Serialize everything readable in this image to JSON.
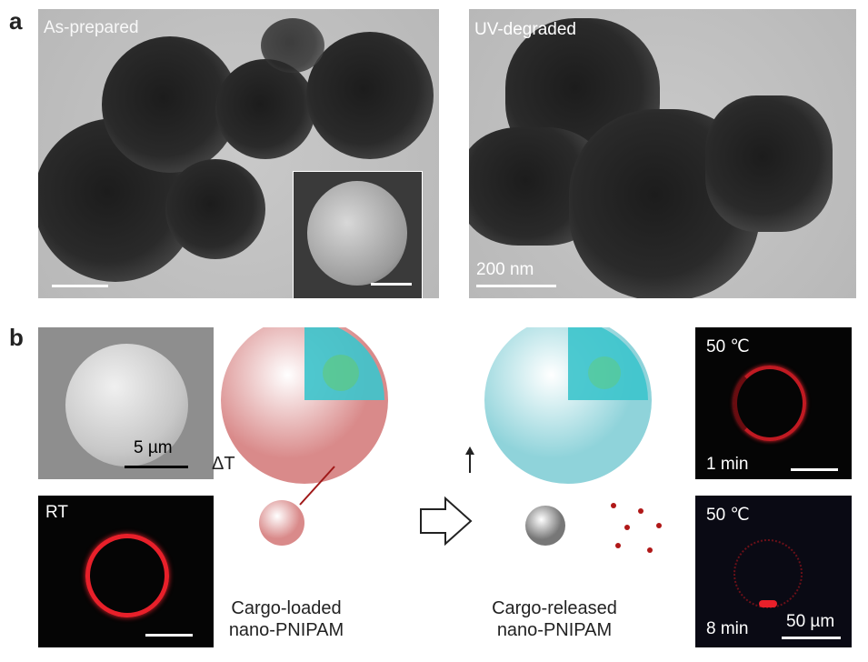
{
  "panels": {
    "a": "a",
    "b": "b"
  },
  "tem_left": {
    "label": "As-prepared"
  },
  "tem_right": {
    "label": "UV-degraded",
    "scale": "200 nm"
  },
  "sem": {
    "scale": "5 µm"
  },
  "rt": {
    "label": "RT"
  },
  "fluor_top": {
    "temp": "50 ℃",
    "time": "1 min"
  },
  "fluor_bottom": {
    "temp": "50 ℃",
    "time": "8 min",
    "scale": "50 µm"
  },
  "left_caption": {
    "line1": "Cargo-loaded",
    "line2": "nano-PNIPAM"
  },
  "right_caption": {
    "line1": "Cargo-released",
    "line2": "nano-PNIPAM"
  },
  "stimulus": "ΔT",
  "colors": {
    "fluor": "#e8202a",
    "shell_loaded": "#e9a8a8",
    "shell_released": "#bfe6ea",
    "core": "#3cc4cc"
  }
}
